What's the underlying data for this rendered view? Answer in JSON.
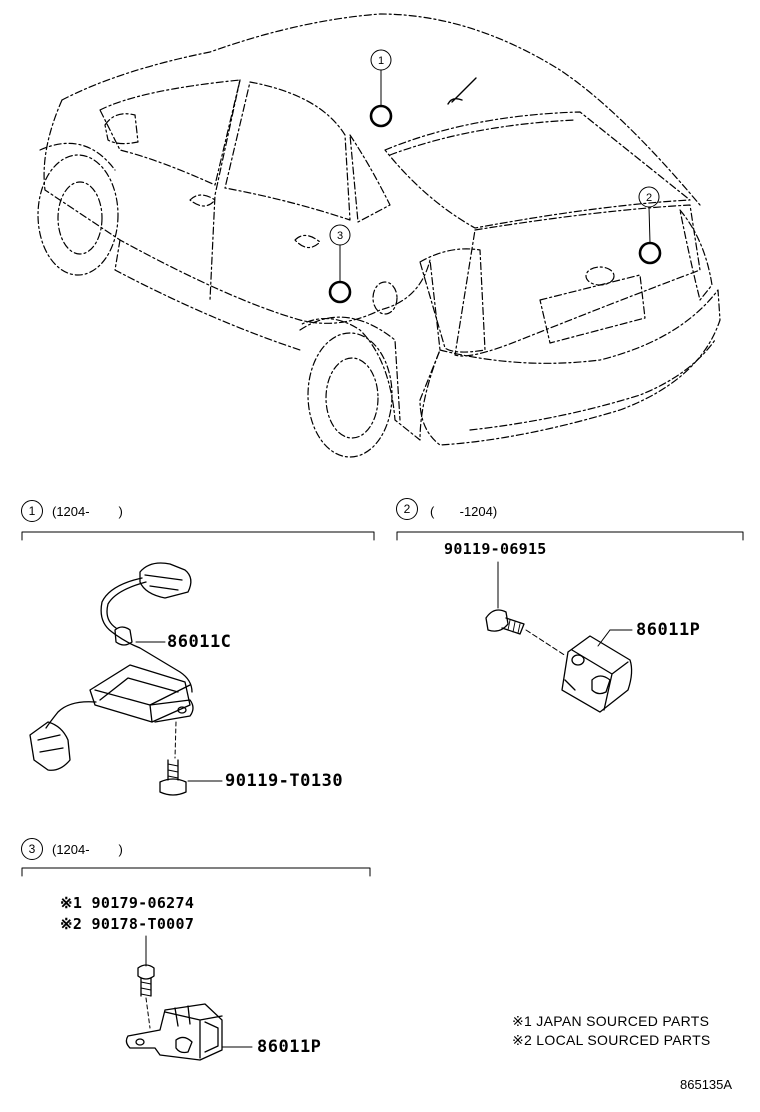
{
  "callouts": [
    {
      "number": "1"
    },
    {
      "number": "2"
    },
    {
      "number": "3"
    }
  ],
  "sections": [
    {
      "number": "1",
      "range": "(1204-        )"
    },
    {
      "number": "2",
      "range": "(       -1204)"
    },
    {
      "number": "3",
      "range": "(1204-        )"
    }
  ],
  "parts": {
    "s1_sensor": "86011C",
    "s1_bolt": "90119-T0130",
    "s2_bolt": "90119-06915",
    "s2_sensor": "86011P",
    "s3_bolt_a": "※1 90179-06274",
    "s3_bolt_b": "※2 90178-T0007",
    "s3_sensor": "86011P"
  },
  "legend": {
    "line1": "※1 JAPAN SOURCED PARTS",
    "line2": "※2 LOCAL SOURCED PARTS"
  },
  "diagram_id": "865135A"
}
